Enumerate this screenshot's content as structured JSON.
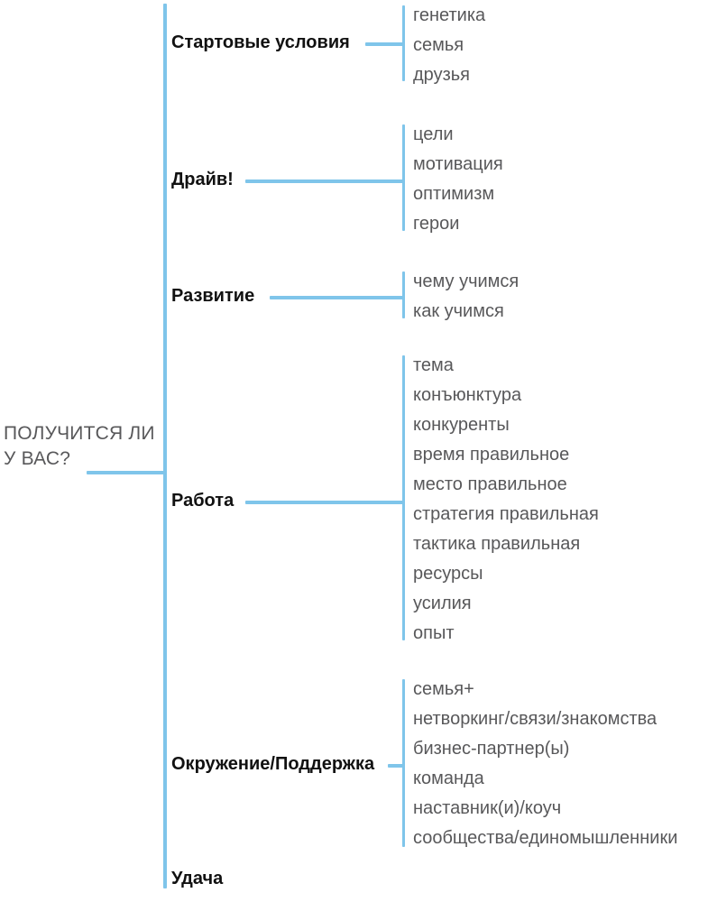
{
  "diagram": {
    "type": "mind-map",
    "title": "ПОЛУЧИТСЯ ЛИ У ВАС?",
    "root": {
      "label": "ПОЛУЧИТСЯ ЛИ\nУ ВАС?"
    },
    "colors": {
      "line": "#7FC5EA",
      "branch_text": "#111111",
      "leaf_text": "#58585A",
      "root_text": "#58585A",
      "background": "#FFFFFF"
    },
    "branches": [
      {
        "label": "Стартовые условия",
        "children": [
          "генетика",
          "семья",
          "друзья"
        ]
      },
      {
        "label": "Драйв!",
        "children": [
          "цели",
          "мотивация",
          "оптимизм",
          "герои"
        ]
      },
      {
        "label": "Развитие",
        "children": [
          "чему учимся",
          "как учимся"
        ]
      },
      {
        "label": "Работа",
        "children": [
          "тема",
          "конъюнктура",
          "конкуренты",
          "время правильное",
          "место правильное",
          "стратегия правильная",
          "тактика правильная",
          "ресурсы",
          "усилия",
          "опыт"
        ]
      },
      {
        "label": "Окружение/Поддержка",
        "children": [
          "семья+",
          "нетворкинг/связи/знакомства",
          "бизнес-партнер(ы)",
          "команда",
          "наставник(и)/коуч",
          "сообщества/единомышленники"
        ]
      },
      {
        "label": "Удача",
        "children": []
      }
    ]
  }
}
